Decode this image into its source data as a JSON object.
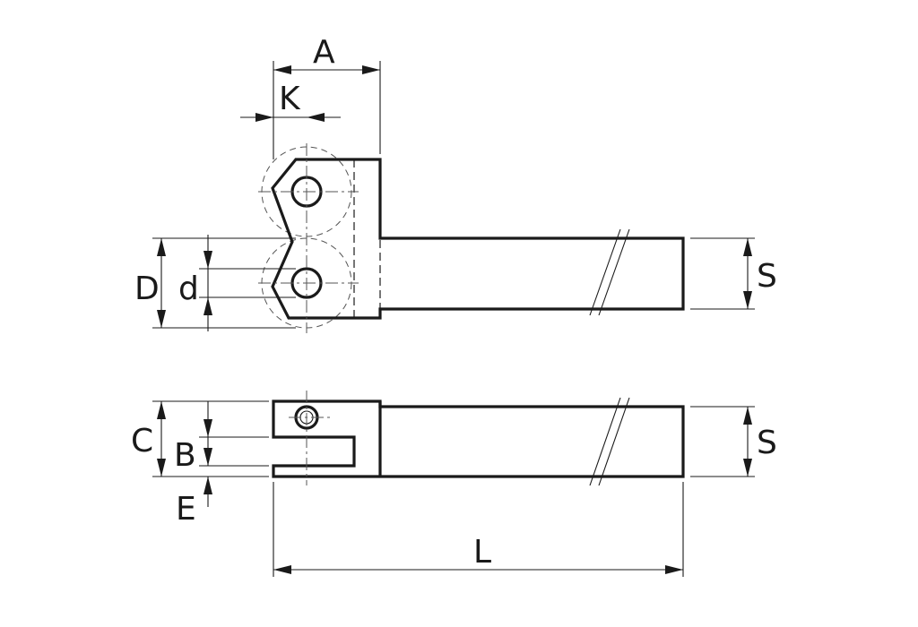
{
  "diagram": {
    "labels": {
      "A": "A",
      "K": "K",
      "D": "D",
      "d": "d",
      "S_top": "S",
      "C": "C",
      "B": "B",
      "E": "E",
      "S_bottom": "S",
      "L": "L"
    },
    "colors": {
      "line": "#1a1a1a",
      "construction": "#555555",
      "background": "#ffffff"
    }
  }
}
